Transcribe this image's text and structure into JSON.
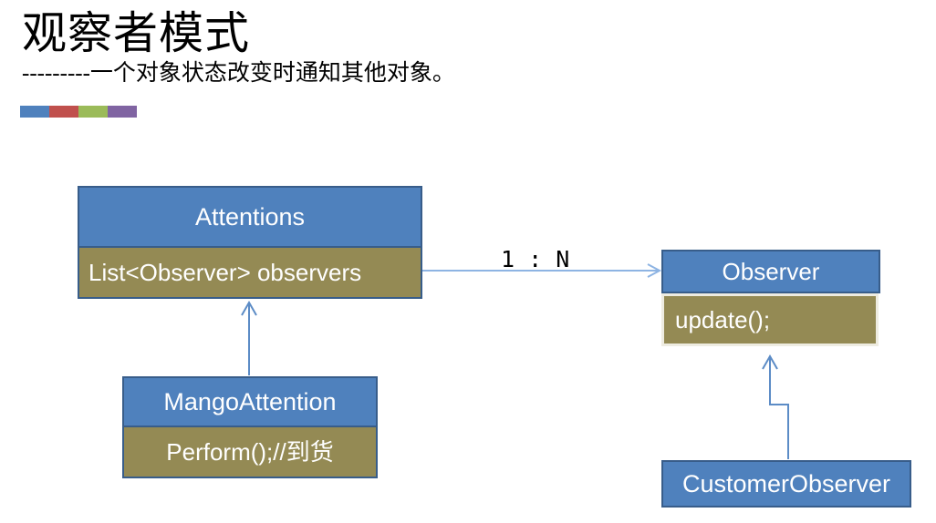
{
  "slide": {
    "title": "观察者模式",
    "subtitle": "---------一个对象状态改变时通知其他对象。",
    "background": "#ffffff"
  },
  "color_bar": {
    "swatches": [
      {
        "name": "blue",
        "color": "#4F81BD"
      },
      {
        "name": "red",
        "color": "#C0504D"
      },
      {
        "name": "green",
        "color": "#9BBB59"
      },
      {
        "name": "purple",
        "color": "#8064A2"
      }
    ]
  },
  "theme": {
    "class_header_fill": "#4F81BD",
    "class_header_border": "#385D8A",
    "class_body_fill": "#948A54",
    "class_body_border": "#EEECE1",
    "connector_color": "#8EB4E3",
    "text_color": "#FFFFFF"
  },
  "diagram": {
    "type": "uml-class-diagram",
    "classes": [
      {
        "id": "attentions",
        "name": "Attentions",
        "members": [
          "List<Observer> observers"
        ],
        "has_body": true
      },
      {
        "id": "mangoattention",
        "name": "MangoAttention",
        "members": [
          "Perform();//到货"
        ],
        "has_body": true
      },
      {
        "id": "observer",
        "name": "Observer",
        "members": [
          "update();"
        ],
        "has_body": true
      },
      {
        "id": "customerobserver",
        "name": "CustomerObserver",
        "members": [],
        "has_body": false
      }
    ],
    "connectors": [
      {
        "id": "assoc-attentions-observer",
        "from": "attentions",
        "to": "observer",
        "label": "1 : N",
        "style": "association-arrow",
        "direction": "right"
      },
      {
        "id": "gen-mango-attentions",
        "from": "mangoattention",
        "to": "attentions",
        "label": "",
        "style": "generalization-arrow",
        "direction": "up"
      },
      {
        "id": "gen-customer-observer",
        "from": "customerobserver",
        "to": "observer",
        "label": "",
        "style": "elbow-arrow",
        "direction": "up"
      }
    ]
  }
}
